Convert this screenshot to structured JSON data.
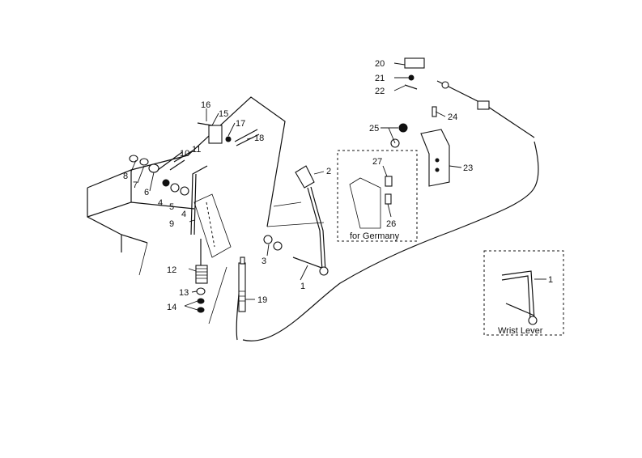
{
  "labels": {
    "p1": "1",
    "p2": "2",
    "p3": "3",
    "p4a": "4",
    "p4b": "4",
    "p5": "5",
    "p6": "6",
    "p7": "7",
    "p8": "8",
    "p9": "9",
    "p10": "10",
    "p11": "11",
    "p12": "12",
    "p13": "13",
    "p14": "14",
    "p15": "15",
    "p16": "16",
    "p17": "17",
    "p18": "18",
    "p19": "19",
    "p20": "20",
    "p21": "21",
    "p22": "22",
    "p23": "23",
    "p24": "24",
    "p25": "25",
    "p26": "26",
    "p27": "27",
    "inset_p1": "1"
  },
  "insets": {
    "germany_caption": "for Germany",
    "wrist_lever_caption": "Wrist Lever"
  }
}
